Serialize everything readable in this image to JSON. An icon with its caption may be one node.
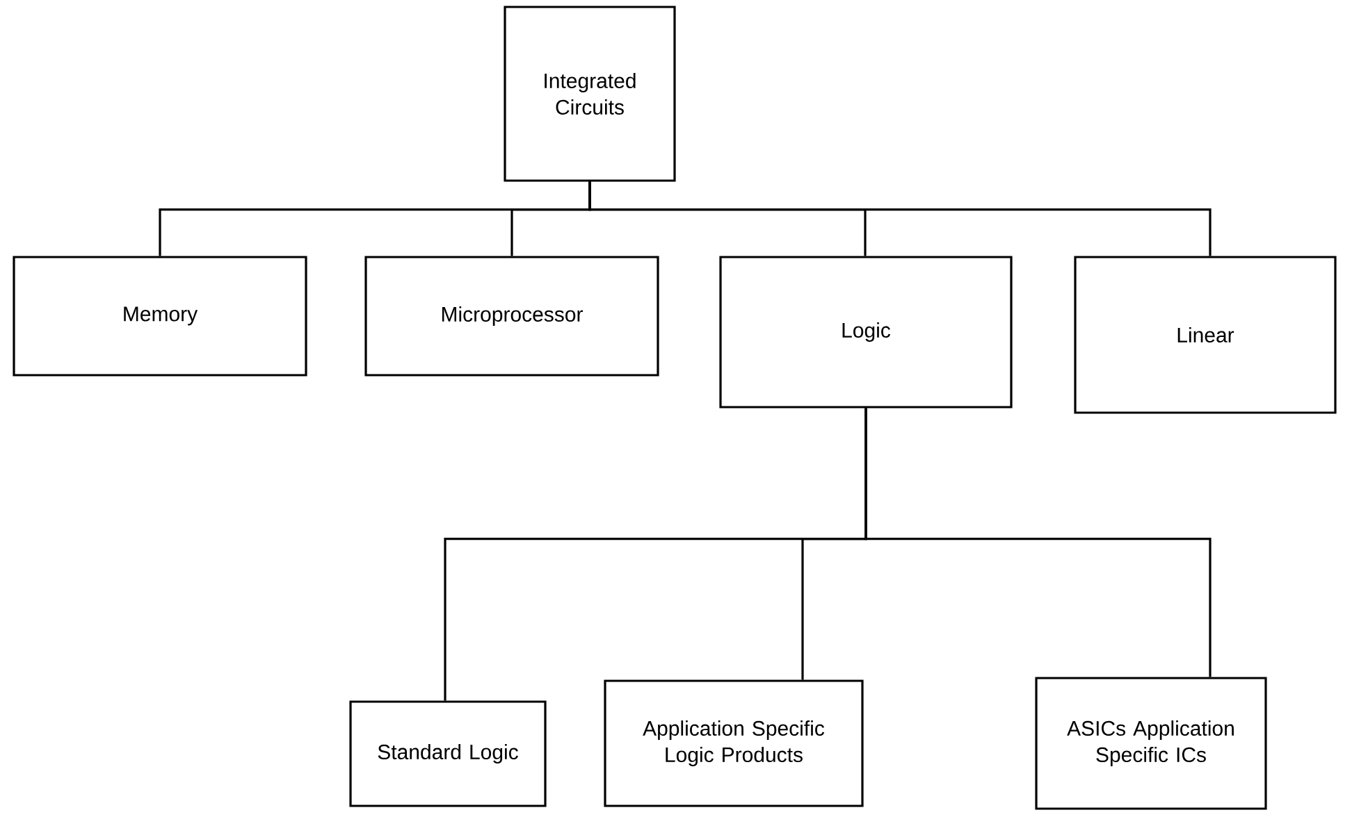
{
  "diagram": {
    "nodes": [
      {
        "text": [
          "Integrated Circuits"
        ]
      },
      {
        "text": [
          "Memory"
        ]
      },
      {
        "text": [
          "Microprocessor"
        ]
      },
      {
        "text": [
          "Logic"
        ]
      },
      {
        "text": [
          "Linear"
        ]
      },
      {
        "text": [
          "Standard Logic"
        ]
      },
      {
        "text": [
          "Application Specific Logic Products"
        ]
      },
      {
        "text": [
          "ASICs Application Specific ICs"
        ]
      }
    ],
    "edges": [
      {
        "from": 0,
        "to": 1,
        "arrow": "none"
      },
      {
        "from": 0,
        "to": 2,
        "arrow": "none"
      },
      {
        "from": 0,
        "to": 3,
        "arrow": "none"
      },
      {
        "from": 0,
        "to": 4,
        "arrow": "none"
      },
      {
        "from": 3,
        "to": 5,
        "arrow": "none"
      },
      {
        "from": 3,
        "to": 6,
        "arrow": "none"
      },
      {
        "from": 3,
        "to": 7,
        "arrow": "none"
      }
    ]
  }
}
